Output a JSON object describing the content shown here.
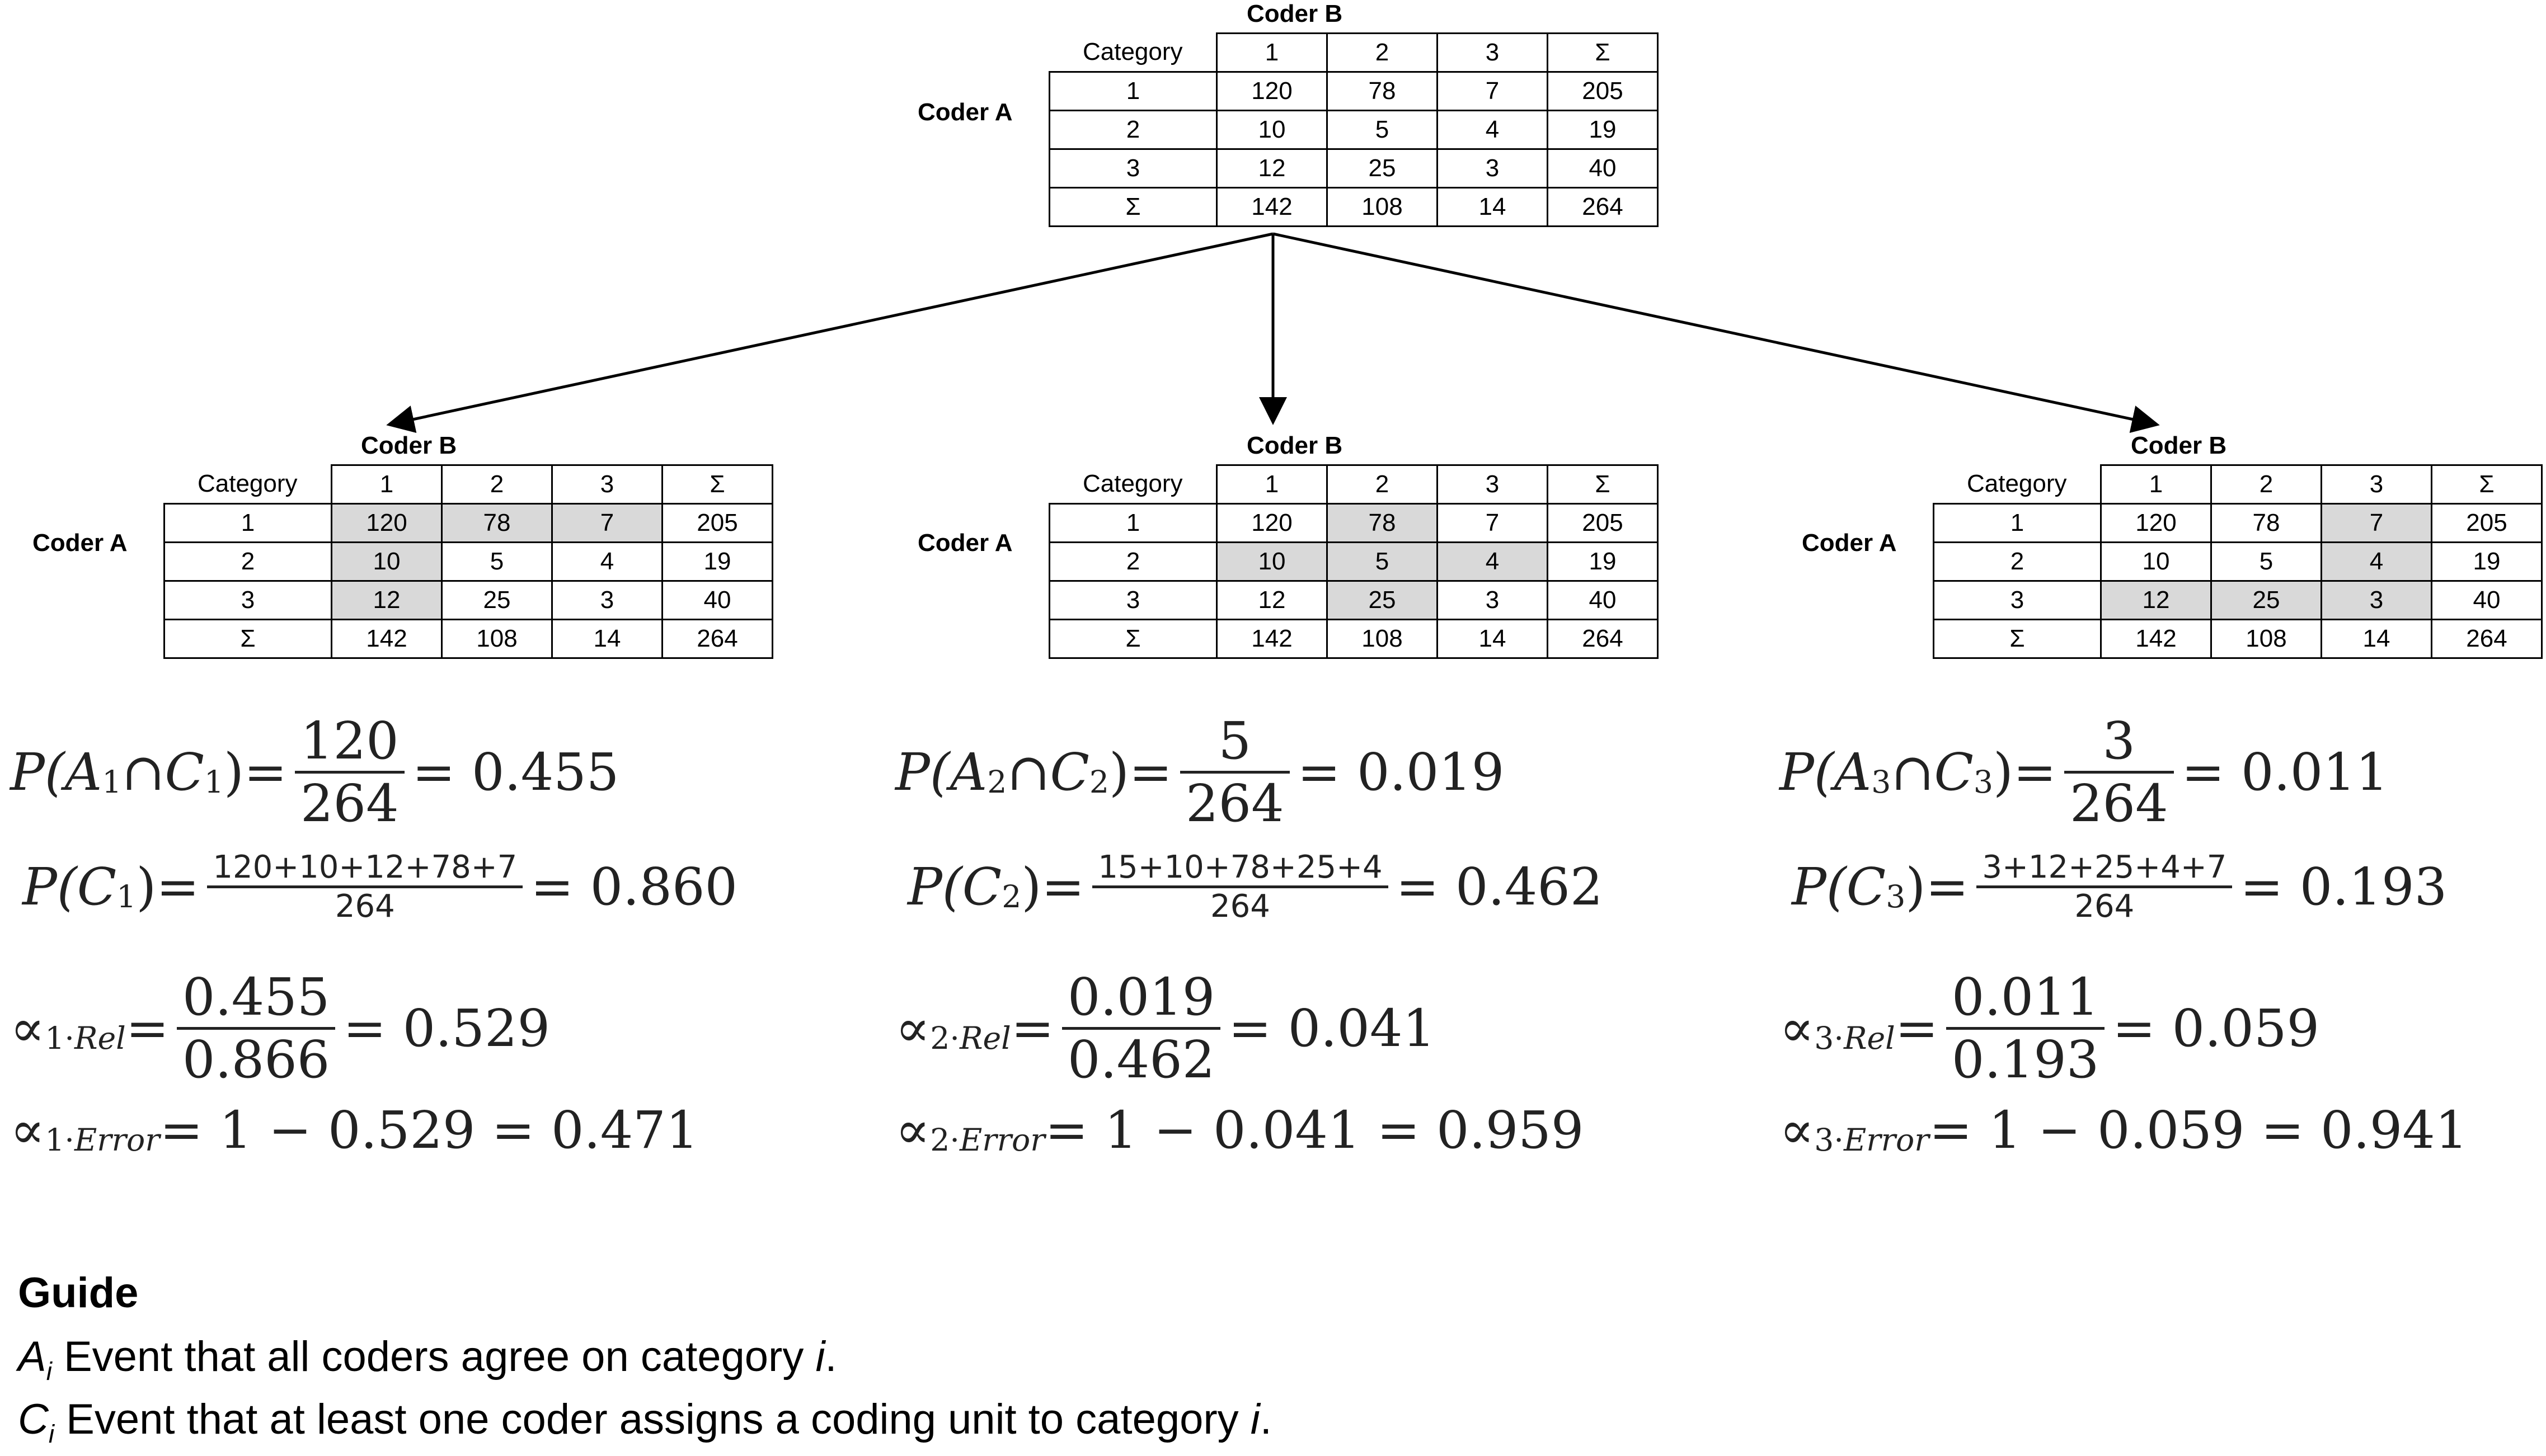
{
  "table_labels": {
    "coder_b": "Coder B",
    "coder_a": "Coder A",
    "category_header": "Category",
    "col_headers": [
      "1",
      "2",
      "3",
      "Σ"
    ],
    "row_headers": [
      "1",
      "2",
      "3",
      "Σ"
    ]
  },
  "matrix": [
    [
      "120",
      "78",
      "7",
      "205"
    ],
    [
      "10",
      "5",
      "4",
      "19"
    ],
    [
      "12",
      "25",
      "3",
      "40"
    ],
    [
      "142",
      "108",
      "14",
      "264"
    ]
  ],
  "highlight_sets": [
    [
      [
        0,
        0
      ],
      [
        0,
        1
      ],
      [
        0,
        2
      ],
      [
        1,
        0
      ],
      [
        2,
        0
      ]
    ],
    [
      [
        0,
        1
      ],
      [
        1,
        0
      ],
      [
        1,
        1
      ],
      [
        1,
        2
      ],
      [
        2,
        1
      ]
    ],
    [
      [
        0,
        2
      ],
      [
        1,
        2
      ],
      [
        2,
        0
      ],
      [
        2,
        1
      ],
      [
        2,
        2
      ]
    ]
  ],
  "formulas": [
    {
      "p_joint": {
        "lhs_p": "P(",
        "a": "A",
        "a_sub": "1",
        "cap": " ∩ ",
        "c": "C",
        "c_sub": "1",
        "close": ")",
        "eq": " = ",
        "num": "120",
        "den": "264",
        "result": "= 0.455"
      },
      "p_c": {
        "lhs_p": "P(",
        "c": "C",
        "c_sub": "1",
        "close": ")=",
        "num": "120+10+12+78+7",
        "den": "264",
        "result": "= 0.860"
      },
      "alpha_rel": {
        "sym": "∝",
        "sub_num": "1",
        "sub_dot": "·",
        "sub_word": "Rel",
        "eq": " = ",
        "num": "0.455",
        "den": "0.866",
        "result": "= 0.529"
      },
      "alpha_err": {
        "sym": "∝",
        "sub_num": "1",
        "sub_dot": "·",
        "sub_word": "Error",
        "expr": " = 1 − 0.529 = 0.471"
      }
    },
    {
      "p_joint": {
        "lhs_p": "P(",
        "a": "A",
        "a_sub": "2",
        "cap": " ∩ ",
        "c": "C",
        "c_sub": "2",
        "close": ")",
        "eq": " = ",
        "num": "5",
        "den": "264",
        "result": "= 0.019"
      },
      "p_c": {
        "lhs_p": "P(",
        "c": "C",
        "c_sub": "2",
        "close": ")=",
        "num": "15+10+78+25+4",
        "den": "264",
        "result": "= 0.462"
      },
      "alpha_rel": {
        "sym": "∝",
        "sub_num": "2",
        "sub_dot": "·",
        "sub_word": "Rel",
        "eq": " = ",
        "num": "0.019",
        "den": "0.462",
        "result": "= 0.041"
      },
      "alpha_err": {
        "sym": "∝",
        "sub_num": "2",
        "sub_dot": "·",
        "sub_word": "Error",
        "expr": " = 1 − 0.041  = 0.959"
      }
    },
    {
      "p_joint": {
        "lhs_p": "P(",
        "a": "A",
        "a_sub": "3",
        "cap": " ∩ ",
        "c": "C",
        "c_sub": "3",
        "close": ")",
        "eq": " = ",
        "num": "3",
        "den": "264",
        "result": "= 0.011"
      },
      "p_c": {
        "lhs_p": "P(",
        "c": "C",
        "c_sub": "3",
        "close": ")=",
        "num": "3+12+25+4+7",
        "den": "264",
        "result": "= 0.193"
      },
      "alpha_rel": {
        "sym": "∝",
        "sub_num": "3",
        "sub_dot": "·",
        "sub_word": "Rel",
        "eq": " = ",
        "num": "0.011",
        "den": "0.193",
        "result": "= 0.059"
      },
      "alpha_err": {
        "sym": "∝",
        "sub_num": "3",
        "sub_dot": "·",
        "sub_word": "Error",
        "expr": " = 1 − 0.059 = 0.941"
      }
    }
  ],
  "guide": {
    "title": "Guide",
    "line1_sym": "A",
    "line1_sub": "i",
    "line1_text": " Event that all coders agree on category ",
    "line1_i": "i",
    "line1_end": ".",
    "line2_sym": "C",
    "line2_sub": "i",
    "line2_text": " Event that at least one coder assigns a coding unit to category ",
    "line2_i": "i",
    "line2_end": "."
  }
}
